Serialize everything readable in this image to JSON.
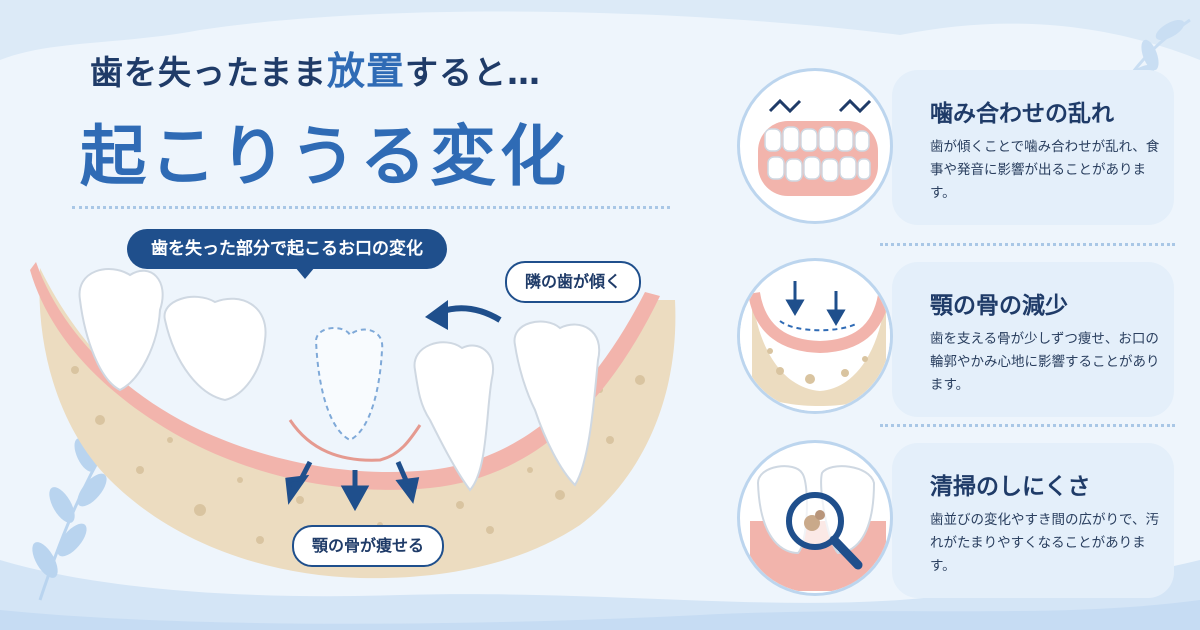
{
  "headline": {
    "part1": "歯を失ったまま",
    "emphasis": "放置",
    "part2": "すると…",
    "main": "起こりうる変化"
  },
  "diagram": {
    "banner": "歯を失った部分で起こるお口の変化",
    "label_tilt": "隣の歯が傾く",
    "label_bone": "顎の骨が痩せる"
  },
  "cards": [
    {
      "title": "噛み合わせの乱れ",
      "text": "歯が傾くことで噛み合わせが乱れ、食事や発音に影響が出ることがあります。",
      "icon": "misaligned-bite-icon"
    },
    {
      "title": "顎の骨の減少",
      "text": "歯を支える骨が少しずつ痩せ、お口の輪郭やかみ心地に影響することがあります。",
      "icon": "jaw-bone-loss-icon"
    },
    {
      "title": "清掃のしにくさ",
      "text": "歯並びの変化やすき間の広がりで、汚れがたまりやすくなることがあります。",
      "icon": "magnifier-plaque-icon"
    }
  ],
  "colors": {
    "navy": "#1f3b68",
    "accent_blue": "#2f6bb5",
    "gum_pink": "#f2b4ac",
    "bone_beige": "#ecdcc0",
    "card_bg": "#e4effa"
  }
}
